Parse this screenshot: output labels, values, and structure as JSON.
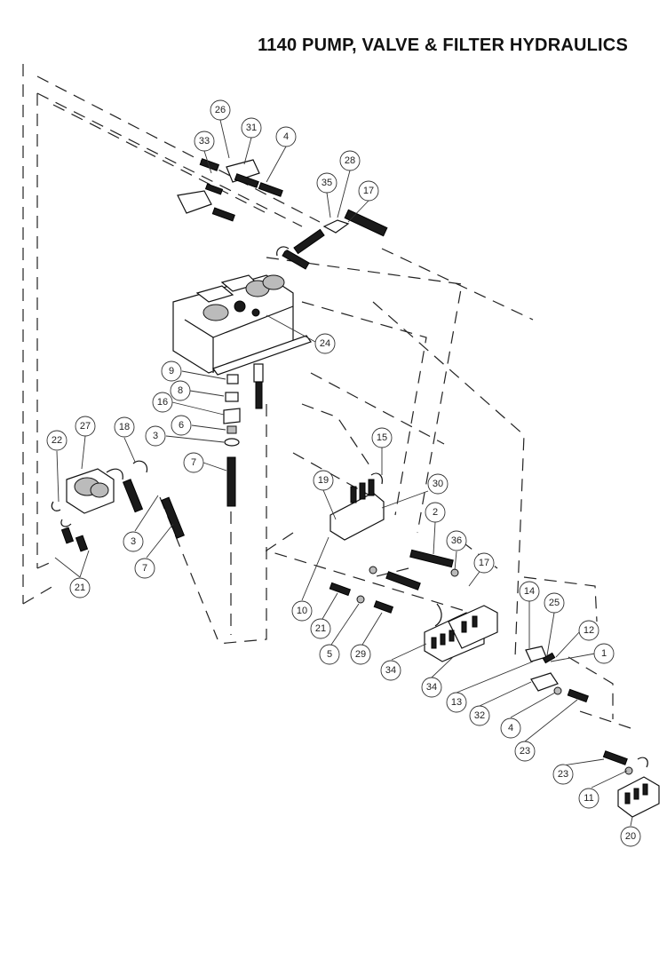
{
  "title": "1140 PUMP, VALVE & FILTER HYDRAULICS",
  "callouts": {
    "c26": "26",
    "c31": "31",
    "c4a": "4",
    "c33": "33",
    "c28": "28",
    "c35": "35",
    "c17a": "17",
    "c24": "24",
    "c9": "9",
    "c8": "8",
    "c16": "16",
    "c6": "6",
    "c3a": "3",
    "c7a": "7",
    "c27": "27",
    "c18": "18",
    "c22": "22",
    "c15": "15",
    "c19": "19",
    "c30": "30",
    "c2": "2",
    "c3b": "3",
    "c7b": "7",
    "c21a": "21",
    "c36": "36",
    "c17b": "17",
    "c10": "10",
    "c21b": "21",
    "c5": "5",
    "c29": "29",
    "c14": "14",
    "c25": "25",
    "c12": "12",
    "c1": "1",
    "c34a": "34",
    "c34b": "34",
    "c13": "13",
    "c32": "32",
    "c4b": "4",
    "c23a": "23",
    "c23b": "23",
    "c11": "11",
    "c20": "20"
  }
}
